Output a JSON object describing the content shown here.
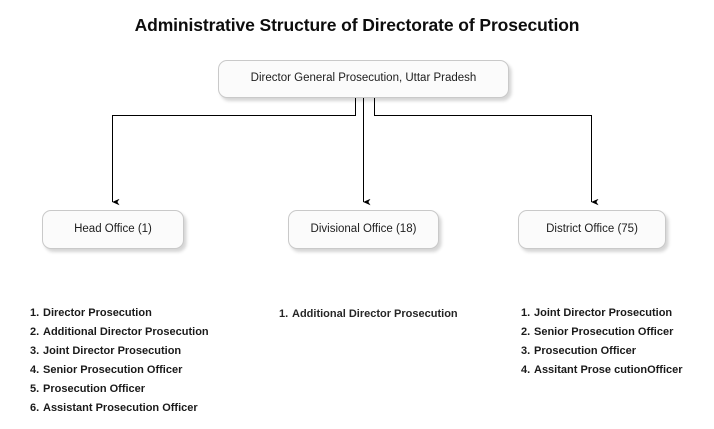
{
  "chart_data": {
    "type": "diagram",
    "title": "Administrative Structure of Directorate of Prosecution",
    "orientation": "top-down",
    "root": {
      "id": "root",
      "label": "Director General Prosecution, Uttar Pradesh"
    },
    "children": [
      {
        "id": "head-office",
        "label": "Head Office (1)",
        "count": 1,
        "roles": [
          {
            "index": "1.",
            "title": "Director Prosecution"
          },
          {
            "index": "2.",
            "title": "Additional Director Prosecution"
          },
          {
            "index": "3.",
            "title": "Joint Director Prosecution"
          },
          {
            "index": "4.",
            "title": "Senior Prosecution Officer"
          },
          {
            "index": "5.",
            "title": "Prosecution Officer"
          },
          {
            "index": "6.",
            "title": "Assistant Prosecution Officer"
          }
        ]
      },
      {
        "id": "divisional-office",
        "label": "Divisional Office (18)",
        "count": 18,
        "roles": [
          {
            "index": "1.",
            "title": "Additional Director Prosecution"
          }
        ]
      },
      {
        "id": "district-office",
        "label": "District Office (75)",
        "count": 75,
        "roles": [
          {
            "index": "1.",
            "title": "Joint Director Prosecution"
          },
          {
            "index": "2.",
            "title": "Senior Prosecution Officer"
          },
          {
            "index": "3.",
            "title": "Prosecution Officer"
          },
          {
            "index": "4.",
            "title": "Assitant Prose cutionOfficer"
          }
        ]
      }
    ],
    "colors": {
      "background": "#ffffff",
      "node_fill": "#fbfbfb",
      "node_border": "#c9c9c9",
      "connector": "#000000",
      "text": "#1a1a1a"
    }
  }
}
